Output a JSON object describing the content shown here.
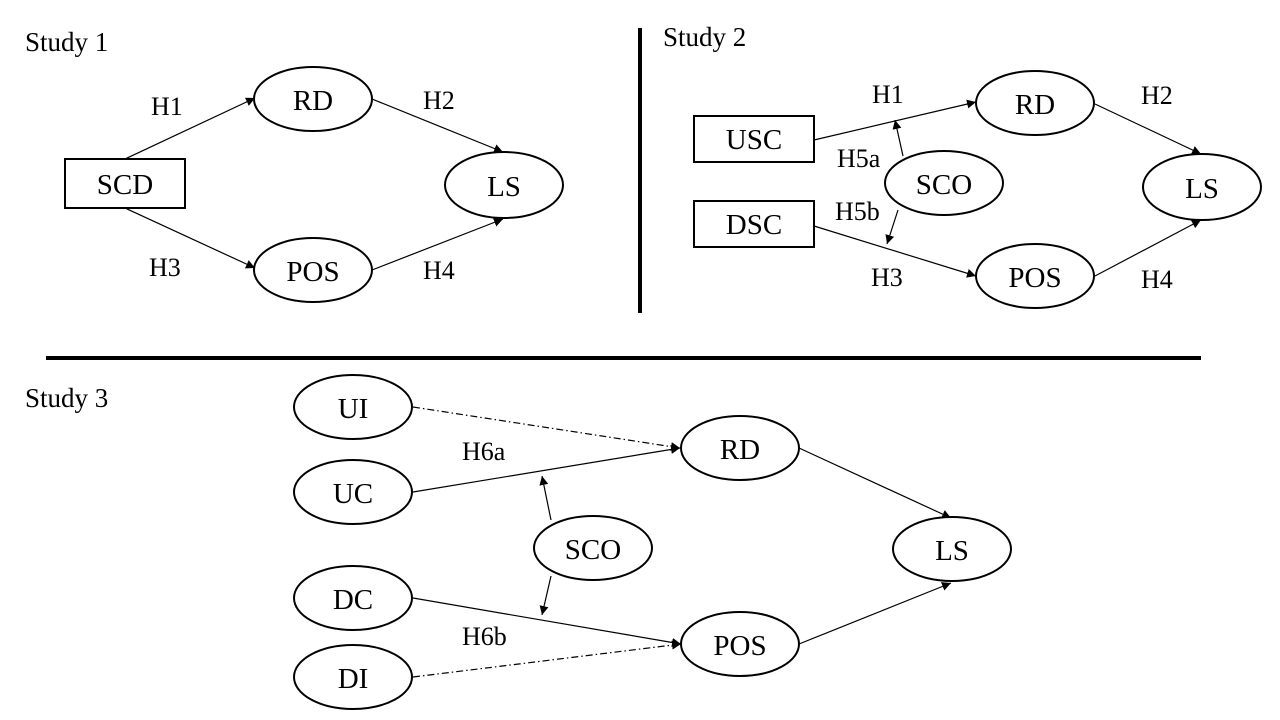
{
  "studies": [
    {
      "id": "s1",
      "title": "Study 1"
    },
    {
      "id": "s2",
      "title": "Study 2"
    },
    {
      "id": "s3",
      "title": "Study 3"
    }
  ],
  "nodes": [
    {
      "id": "s1-scd",
      "label": "SCD",
      "shape": "rect"
    },
    {
      "id": "s1-rd",
      "label": "RD",
      "shape": "ellipse"
    },
    {
      "id": "s1-pos",
      "label": "POS",
      "shape": "ellipse"
    },
    {
      "id": "s1-ls",
      "label": "LS",
      "shape": "ellipse"
    },
    {
      "id": "s2-usc",
      "label": "USC",
      "shape": "rect"
    },
    {
      "id": "s2-dsc",
      "label": "DSC",
      "shape": "rect"
    },
    {
      "id": "s2-sco",
      "label": "SCO",
      "shape": "ellipse"
    },
    {
      "id": "s2-rd",
      "label": "RD",
      "shape": "ellipse"
    },
    {
      "id": "s2-pos",
      "label": "POS",
      "shape": "ellipse"
    },
    {
      "id": "s2-ls",
      "label": "LS",
      "shape": "ellipse"
    },
    {
      "id": "s3-ui",
      "label": "UI",
      "shape": "ellipse"
    },
    {
      "id": "s3-uc",
      "label": "UC",
      "shape": "ellipse"
    },
    {
      "id": "s3-dc",
      "label": "DC",
      "shape": "ellipse"
    },
    {
      "id": "s3-di",
      "label": "DI",
      "shape": "ellipse"
    },
    {
      "id": "s3-sco",
      "label": "SCO",
      "shape": "ellipse"
    },
    {
      "id": "s3-rd",
      "label": "RD",
      "shape": "ellipse"
    },
    {
      "id": "s3-pos",
      "label": "POS",
      "shape": "ellipse"
    },
    {
      "id": "s3-ls",
      "label": "LS",
      "shape": "ellipse"
    }
  ],
  "edges": [
    {
      "id": "s1-e1",
      "from": "SCD",
      "to": "RD",
      "label": "H1",
      "style": "solid"
    },
    {
      "id": "s1-e2",
      "from": "RD",
      "to": "LS",
      "label": "H2",
      "style": "solid"
    },
    {
      "id": "s1-e3",
      "from": "SCD",
      "to": "POS",
      "label": "H3",
      "style": "solid"
    },
    {
      "id": "s1-e4",
      "from": "POS",
      "to": "LS",
      "label": "H4",
      "style": "solid"
    },
    {
      "id": "s2-e1",
      "from": "USC",
      "to": "RD",
      "label": "H1",
      "style": "solid"
    },
    {
      "id": "s2-e2",
      "from": "RD",
      "to": "LS",
      "label": "H2",
      "style": "solid"
    },
    {
      "id": "s2-e3",
      "from": "DSC",
      "to": "POS",
      "label": "H3",
      "style": "solid"
    },
    {
      "id": "s2-e4",
      "from": "POS",
      "to": "LS",
      "label": "H4",
      "style": "solid"
    },
    {
      "id": "s2-e5a",
      "from": "SCO",
      "to": "USC-RD path",
      "label": "H5a",
      "style": "solid"
    },
    {
      "id": "s2-e5b",
      "from": "SCO",
      "to": "DSC-POS path",
      "label": "H5b",
      "style": "solid"
    },
    {
      "id": "s3-e1",
      "from": "UI",
      "to": "RD",
      "label": "",
      "style": "dashdot"
    },
    {
      "id": "s3-e2",
      "from": "UC",
      "to": "RD",
      "label": "",
      "style": "solid"
    },
    {
      "id": "s3-e3",
      "from": "RD",
      "to": "LS",
      "label": "",
      "style": "solid"
    },
    {
      "id": "s3-e4",
      "from": "DC",
      "to": "POS",
      "label": "",
      "style": "solid"
    },
    {
      "id": "s3-e5",
      "from": "DI",
      "to": "POS",
      "label": "",
      "style": "dashdot"
    },
    {
      "id": "s3-e6",
      "from": "POS",
      "to": "LS",
      "label": "",
      "style": "solid"
    },
    {
      "id": "s3-e7",
      "from": "SCO",
      "to": "UC-RD path",
      "label": "H6a",
      "style": "solid"
    },
    {
      "id": "s3-e8",
      "from": "SCO",
      "to": "DC-POS path",
      "label": "H6b",
      "style": "solid"
    }
  ],
  "colors": {
    "stroke": "#000000",
    "background": "#ffffff"
  }
}
